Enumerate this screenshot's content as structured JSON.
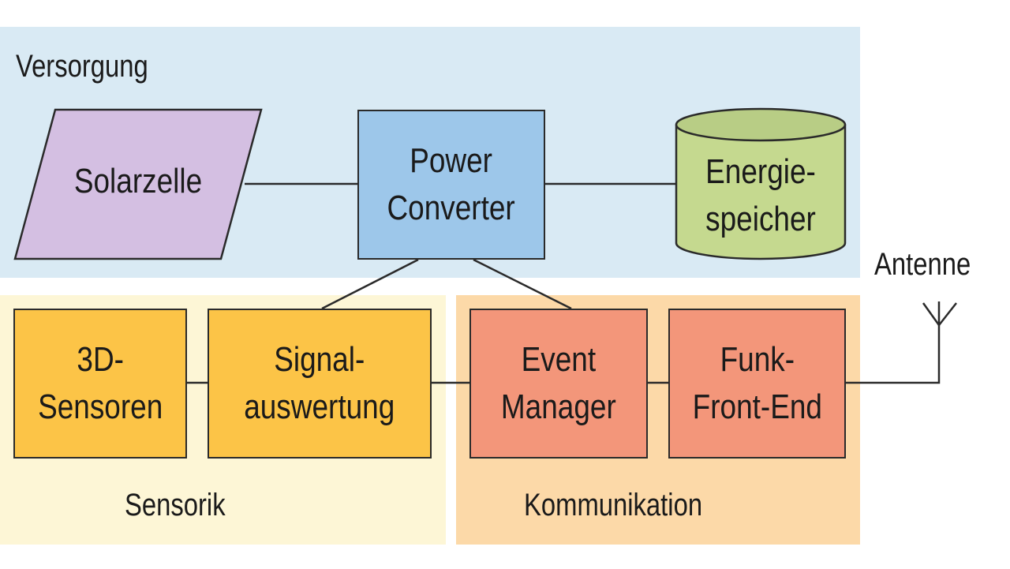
{
  "regions": {
    "versorgung": {
      "label": "Versorgung",
      "color": "#d9eaf4"
    },
    "sensorik": {
      "label": "Sensorik",
      "color": "#fdf6d6"
    },
    "kommunikation": {
      "label": "Kommunikation",
      "color": "#fcd9a8"
    }
  },
  "nodes": {
    "solarzelle": {
      "lines": [
        "Solarzelle"
      ],
      "shape": "parallelogram",
      "color": "#d4bfe2"
    },
    "power_converter": {
      "lines": [
        "Power",
        "Converter"
      ],
      "shape": "rectangle",
      "color": "#9dc7ea"
    },
    "energiespeicher": {
      "lines": [
        "Energie-",
        "speicher"
      ],
      "shape": "cylinder",
      "color": "#c5d98f"
    },
    "sensoren_3d": {
      "lines": [
        "3D-",
        "Sensoren"
      ],
      "shape": "rectangle",
      "color": "#fcc447"
    },
    "signalauswertung": {
      "lines": [
        "Signal-",
        "auswertung"
      ],
      "shape": "rectangle",
      "color": "#fcc447"
    },
    "event_manager": {
      "lines": [
        "Event",
        "Manager"
      ],
      "shape": "rectangle",
      "color": "#f3967a"
    },
    "funk_front_end": {
      "lines": [
        "Funk-",
        "Front-End"
      ],
      "shape": "rectangle",
      "color": "#f3967a"
    }
  },
  "antenna": {
    "label": "Antenne",
    "icon": "antenna-icon"
  },
  "edges": [
    [
      "solarzelle",
      "power_converter"
    ],
    [
      "power_converter",
      "energiespeicher"
    ],
    [
      "power_converter",
      "signalauswertung"
    ],
    [
      "power_converter",
      "event_manager"
    ],
    [
      "sensoren_3d",
      "signalauswertung"
    ],
    [
      "signalauswertung",
      "event_manager"
    ],
    [
      "event_manager",
      "funk_front_end"
    ],
    [
      "funk_front_end",
      "antenna"
    ]
  ]
}
